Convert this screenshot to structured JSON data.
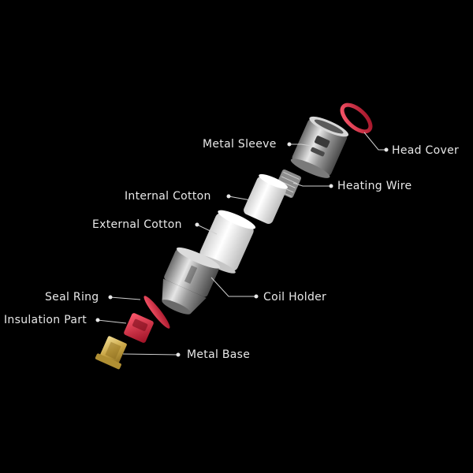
{
  "labels": {
    "metal_sleeve": "Metal Sleeve",
    "head_cover": "Head Cover",
    "internal_cotton": "Internal Cotton",
    "heating_wire": "Heating Wire",
    "external_cotton": "External Cotton",
    "seal_ring": "Seal Ring",
    "coil_holder": "Coil Holder",
    "insulation_part": "Insulation Part",
    "metal_base": "Metal Base"
  },
  "colors": {
    "background": "#000000",
    "label_text": "#e8e8e8",
    "leader_line": "#d0d0d0",
    "red_part": "#d3203a",
    "metal": "#b8b8b8",
    "gold": "#c9a646",
    "cotton": "#f4f4f4"
  }
}
